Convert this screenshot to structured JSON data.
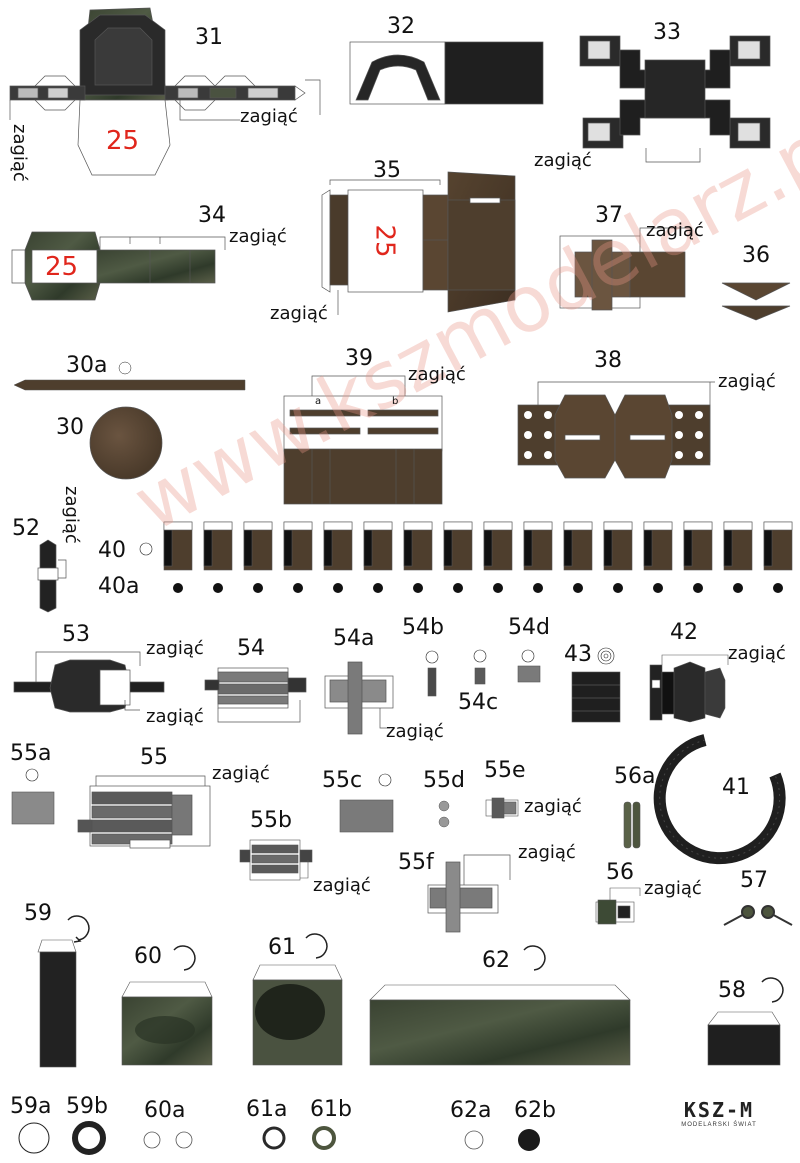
{
  "watermark": "www.kszmodelarz.pl",
  "fold_label": "zagiąć",
  "colors": {
    "brown": "#4a3a2a",
    "olive": "#3d4a35",
    "dark": "#1e1e1e",
    "gray": "#8a8a8a",
    "number_red": "#e0261c"
  },
  "part_numbers": {
    "p31": "31",
    "p32": "32",
    "p33": "33",
    "p34": "34",
    "p35": "35",
    "p36": "36",
    "p37": "37",
    "p30a": "30a",
    "p30": "30",
    "p39": "39",
    "p38": "38",
    "p52": "52",
    "p40": "40",
    "p40a": "40a",
    "p53": "53",
    "p54": "54",
    "p54a": "54a",
    "p54b": "54b",
    "p54c": "54c",
    "p54d": "54d",
    "p43": "43",
    "p42": "42",
    "p55a": "55a",
    "p55": "55",
    "p55b": "55b",
    "p55c": "55c",
    "p55d": "55d",
    "p55e": "55e",
    "p55f": "55f",
    "p56a": "56a",
    "p41": "41",
    "p56": "56",
    "p57": "57",
    "p59": "59",
    "p60": "60",
    "p61": "61",
    "p62": "62",
    "p58": "58",
    "p59a": "59a",
    "p59b": "59b",
    "p60a": "60a",
    "p61a": "61a",
    "p61b": "61b",
    "p62a": "62a",
    "p62b": "62b"
  },
  "sub_labels": {
    "a": "a",
    "b": "b"
  },
  "turret_number": "25",
  "logo": {
    "main": "KSZ-M",
    "sub": "MODELARSKI ŚWIAT"
  }
}
